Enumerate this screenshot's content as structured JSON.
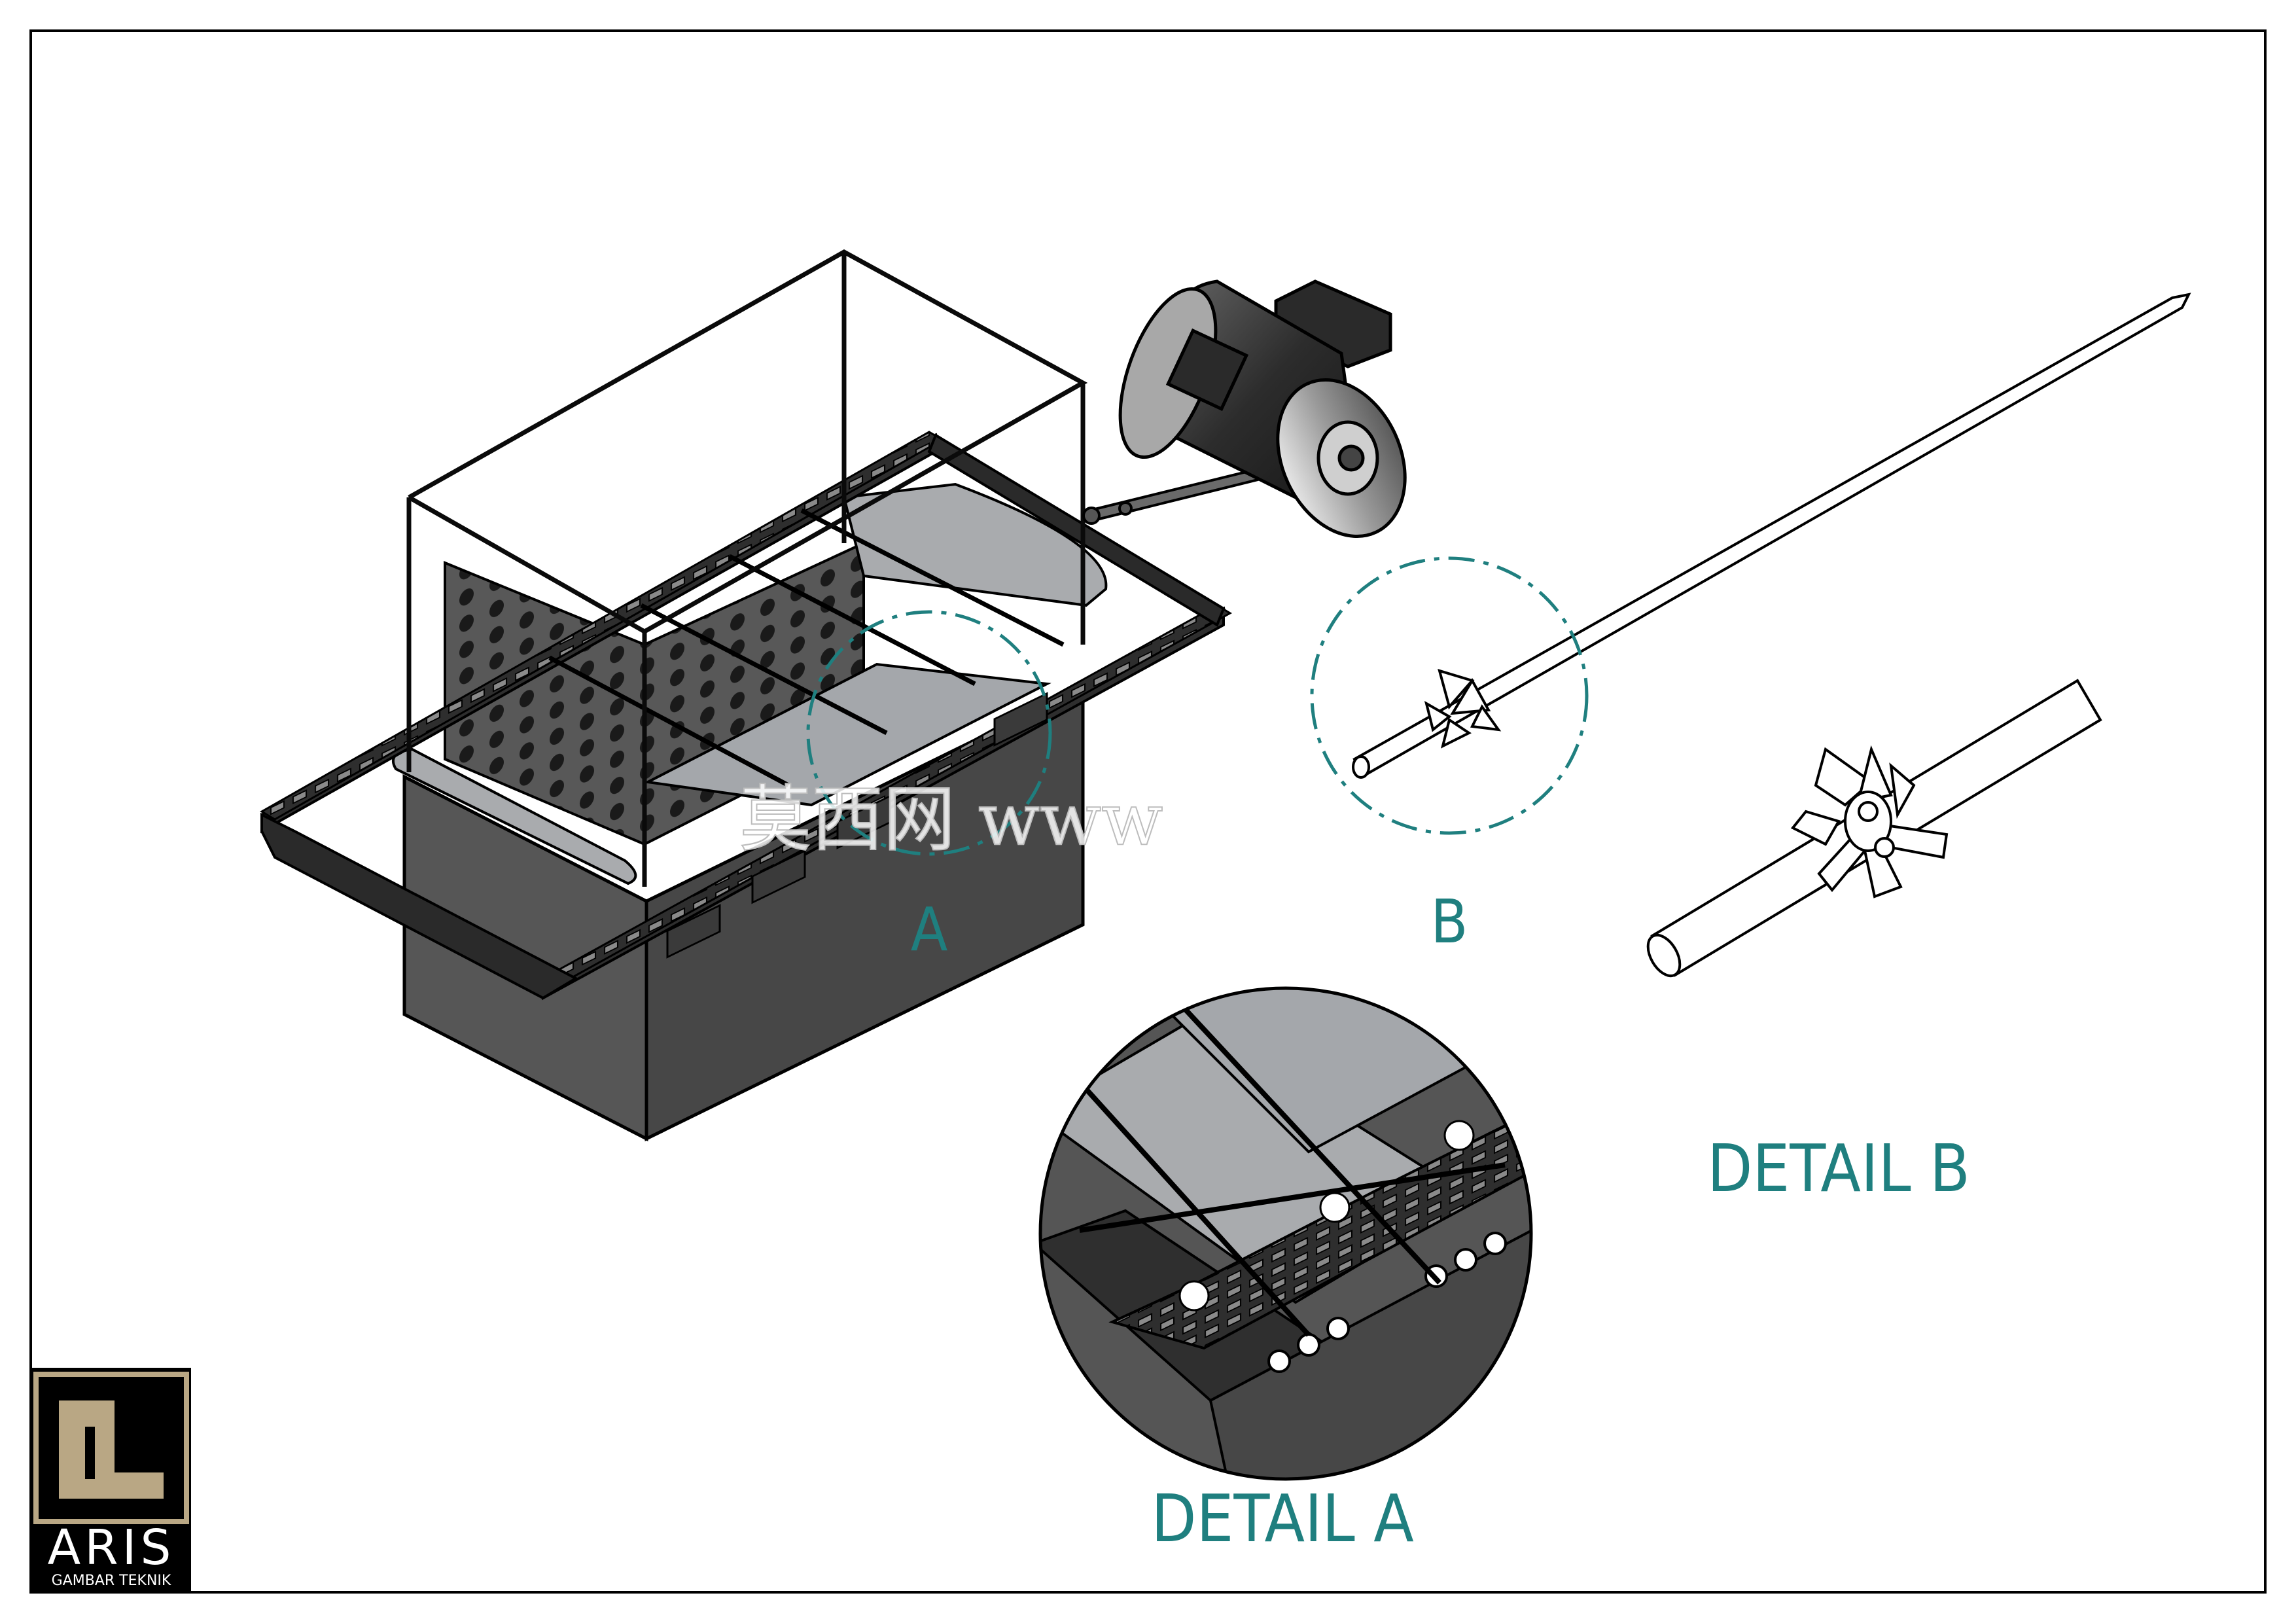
{
  "callouts": {
    "a_letter": "A",
    "b_letter": "B"
  },
  "detail_titles": {
    "detail_a": "DETAIL A",
    "detail_b": "DETAIL B"
  },
  "watermark": "莫西网 www",
  "logo": {
    "name": "ARIS",
    "subtitle": "GAMBAR TEKNIK"
  },
  "colors": {
    "accent": "#1f7f7f",
    "logo_gold": "#b9a784",
    "steel_dark": "#3a3a3a",
    "steel_mid": "#5c5c5c",
    "steel_light": "#a4a7ab",
    "frame_black": "#0a0a0a"
  },
  "parts": {
    "motor": "electric-motor",
    "tank": "plating-tank",
    "frame": "overhead-frame",
    "shaft": "drive-shaft-with-star-coupling"
  }
}
